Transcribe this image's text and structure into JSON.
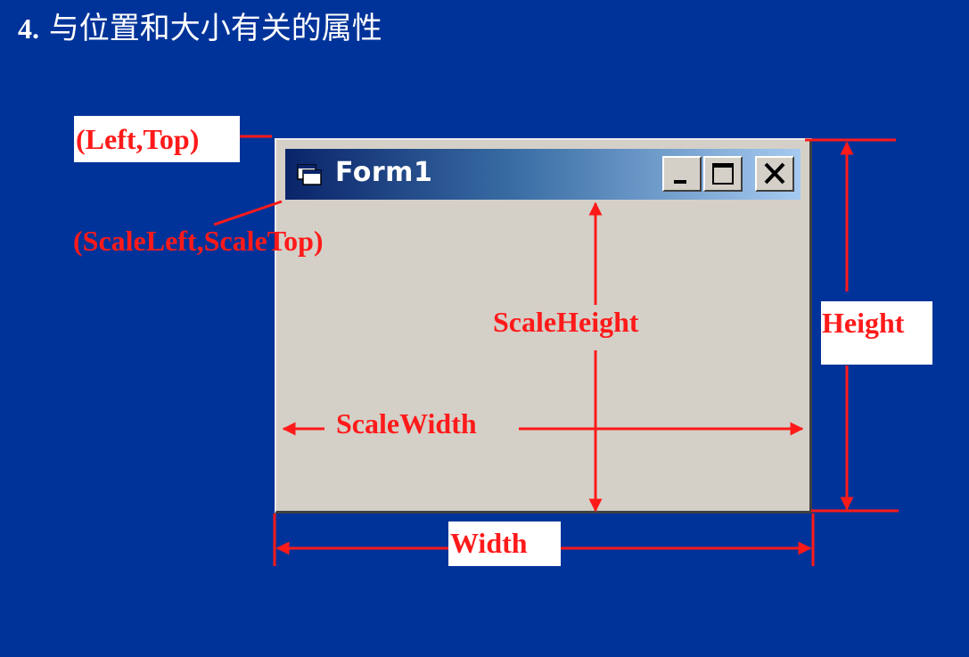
{
  "slide": {
    "number": "4.",
    "title": "与位置和大小有关的属性"
  },
  "window": {
    "title": "Form1",
    "buttons": [
      "minimize",
      "maximize",
      "close"
    ],
    "icon": "form-window-icon"
  },
  "labels": {
    "left_top": "(Left,Top)",
    "scale_left_top": "(ScaleLeft,ScaleTop)",
    "scale_height": "ScaleHeight",
    "scale_width": "ScaleWidth",
    "height": "Height",
    "width": "Width"
  },
  "colors": {
    "background": "#003399",
    "annotation": "#ff1a1a",
    "window_face": "#d4d0c8"
  }
}
